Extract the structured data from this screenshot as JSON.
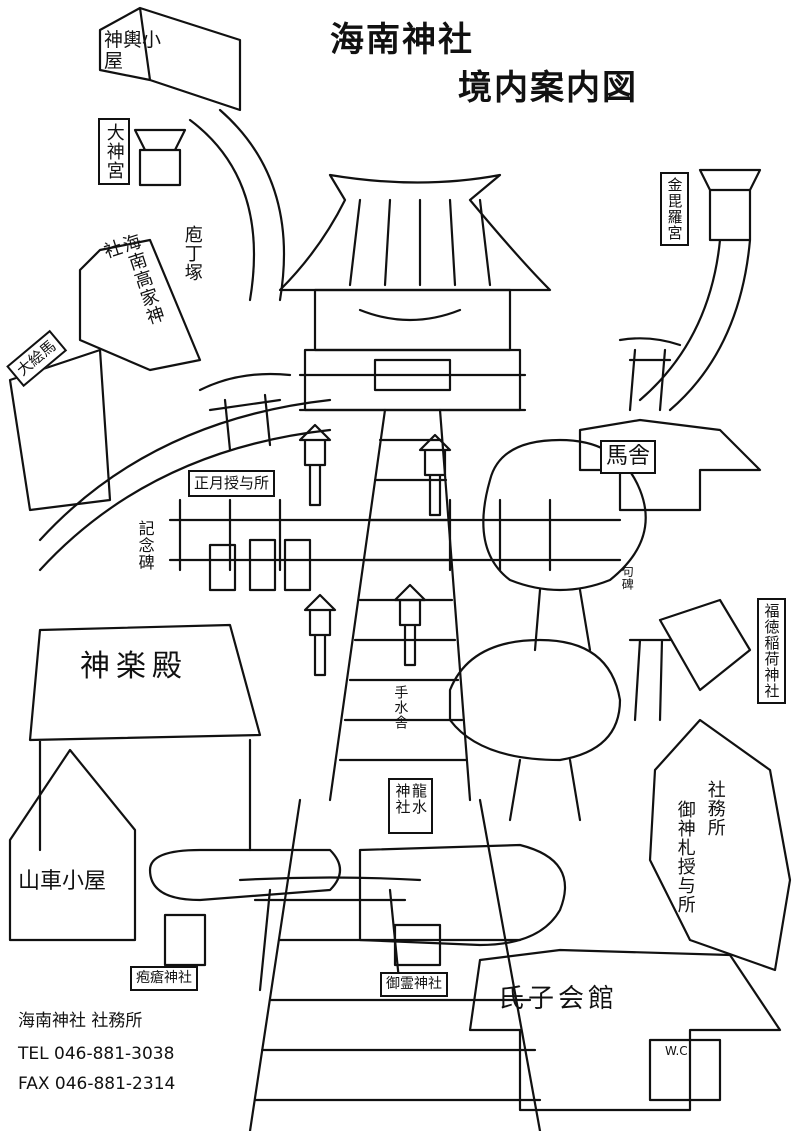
{
  "title": {
    "line1": "海南神社",
    "line2": "境内案内図"
  },
  "labels": {
    "mikoshi_koya": "神輿小屋",
    "daijingu": "大神宮",
    "kaisan_takaie": "海南高家神社",
    "hocho_zuka": "庖丁塚",
    "oo_ema": "大絵馬",
    "shogatsu_juyosho": "正月授与所",
    "kinenhi": "記念碑",
    "konpiragu": "金毘羅宮",
    "umaya": "馬舎",
    "kuhi": "句碑",
    "fukutoku_inari": "福徳稲荷神社",
    "kaguraden": "神楽殿",
    "chozuya": "手水舎",
    "ryusui_jinja": "龍水神社",
    "shamusho": "社務所",
    "ofuda_juyosho": "御神札授与所",
    "dashi_koya": "山車小屋",
    "hoso_jinja": "疱瘡神社",
    "goryo_jinja": "御霊神社",
    "ujiko_kaikan": "氏子会館",
    "wc": "W.C"
  },
  "contact": {
    "office": "海南神社 社務所",
    "tel": "TEL 046-881-3038",
    "fax": "FAX 046-881-2314"
  }
}
